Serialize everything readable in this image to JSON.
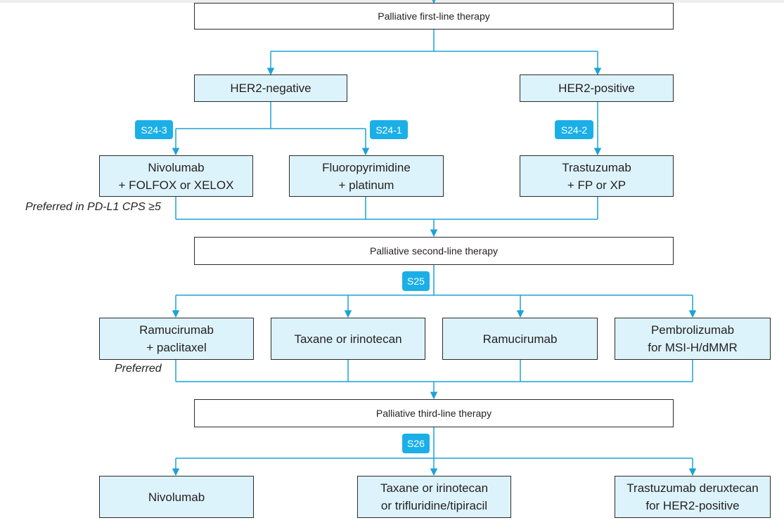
{
  "stages": {
    "first_line": "Palliative first-line therapy",
    "second_line": "Palliative second-line therapy",
    "third_line": "Palliative third-line therapy"
  },
  "her2": {
    "negative": "HER2-negative",
    "positive": "HER2-positive"
  },
  "first_line_options": {
    "nivolumab": [
      "Nivolumab",
      "+ FOLFOX or XELOX"
    ],
    "fluoropyrimidine": [
      "Fluoropyrimidine",
      "+ platinum"
    ],
    "trastuzumab": [
      "Trastuzumab",
      "+ FP or XP"
    ]
  },
  "second_line_options": {
    "ramucirumab_paclitaxel": [
      "Ramucirumab",
      "+ paclitaxel"
    ],
    "taxane_irinotecan": [
      "Taxane or irinotecan"
    ],
    "ramucirumab": [
      "Ramucirumab"
    ],
    "pembrolizumab": [
      "Pembrolizumab",
      "for MSI-H/dMMR"
    ]
  },
  "third_line_options": {
    "nivolumab": [
      "Nivolumab"
    ],
    "taxane_trifluridine": [
      "Taxane or irinotecan",
      "or trifluridine/tipiracil"
    ],
    "trastuzumab_deruxtecan": [
      "Trastuzumab deruxtecan",
      "for HER2-positive"
    ]
  },
  "tags": {
    "s24_3": "S24-3",
    "s24_1": "S24-1",
    "s24_2": "S24-2",
    "s25": "S25",
    "s26": "S26"
  },
  "notes": {
    "preferred_pdl1": "Preferred in PD-L1 CPS ≥5",
    "preferred": "Preferred"
  },
  "colors": {
    "line": "#1aa3d9",
    "option_fill": "#ddf3fb",
    "tag_fill": "#1bafe8",
    "box_border": "#2a2a2a"
  }
}
